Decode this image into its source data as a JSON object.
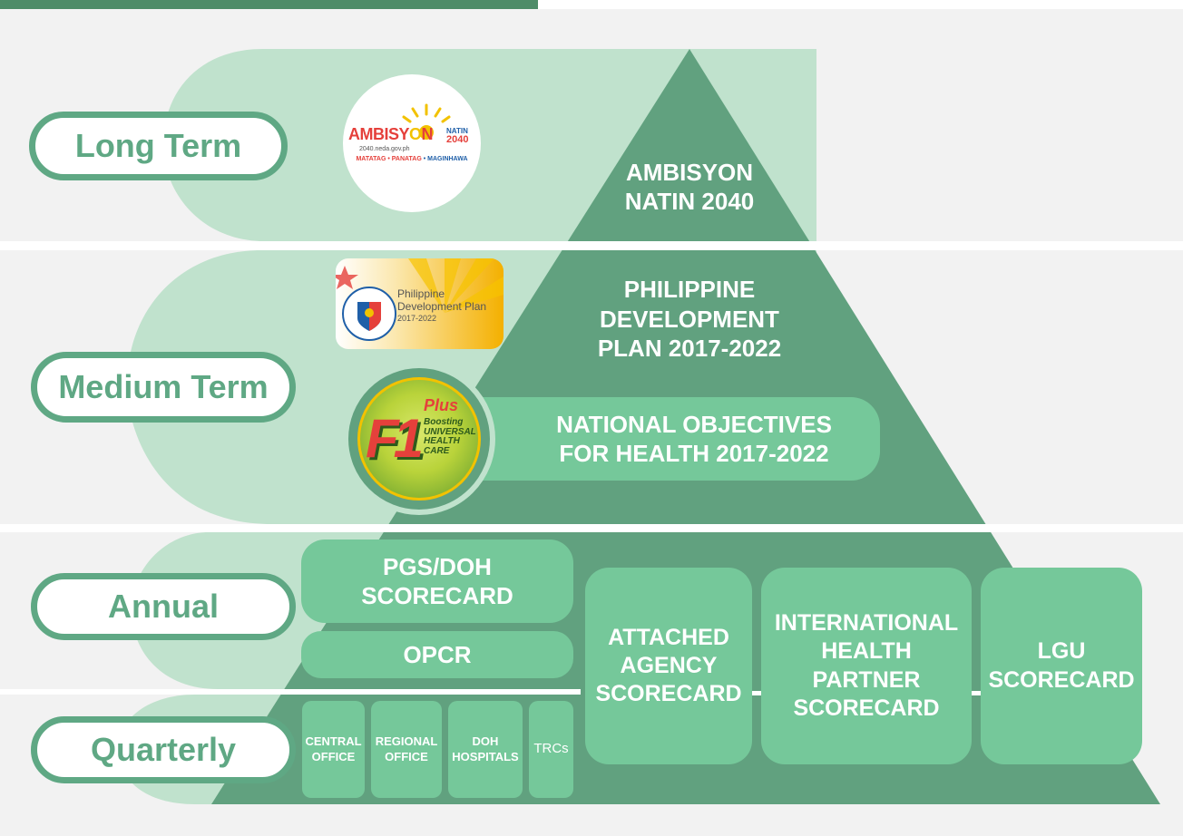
{
  "colors": {
    "pyramid": "#61a17f",
    "band": "#c0e2cd",
    "box": "#75c89a",
    "label_border": "#5fa884",
    "label_text": "#5fa884",
    "top_bar": "#4e8c68",
    "background": "#f2f2f2"
  },
  "tiers": {
    "long_term": "Long Term",
    "medium_term": "Medium Term",
    "annual": "Annual",
    "quarterly": "Quarterly"
  },
  "pyramid": {
    "ambisyon_line1": "AMBISYON",
    "ambisyon_line2": "NATIN 2040",
    "pdp_line1": "PHILIPPINE",
    "pdp_line2": "DEVELOPMENT",
    "pdp_line3": "PLAN 2017-2022",
    "noh_line1": "NATIONAL OBJECTIVES",
    "noh_line2": "FOR HEALTH 2017-2022"
  },
  "annual_boxes": {
    "pgs_line1": "PGS/DOH",
    "pgs_line2": "SCORECARD",
    "opcr": "OPCR"
  },
  "scorecards": {
    "attached_line1": "ATTACHED",
    "attached_line2": "AGENCY",
    "attached_line3": "SCORECARD",
    "ihp_line1": "INTERNATIONAL",
    "ihp_line2": "HEALTH",
    "ihp_line3": "PARTNER",
    "ihp_line4": "SCORECARD",
    "lgu_line1": "LGU",
    "lgu_line2": "SCORECARD"
  },
  "quarterly_boxes": {
    "central_line1": "CENTRAL",
    "central_line2": "OFFICE",
    "regional_line1": "REGIONAL",
    "regional_line2": "OFFICE",
    "hospitals_line1": "DOH",
    "hospitals_line2": "HOSPITALS",
    "trcs": "TRCs"
  },
  "logos": {
    "ambisyon": {
      "word_a": "AMBISY",
      "word_o": "O",
      "word_n": "N",
      "natin": "NATIN",
      "year": "2040",
      "url": "2040.neda.gov.ph",
      "tag1": "MATATAG",
      "tag2": "PANATAG",
      "tag3": "MAGINHAWA",
      "dot": "•"
    },
    "pdp": {
      "line1": "Philippine",
      "line2": "Development Plan",
      "line3": "2017-2022"
    },
    "f1": {
      "mark": "F1",
      "plus": "Plus",
      "line1": "Boosting",
      "line2": "UNIVERSAL",
      "line3": "HEALTH",
      "line4": "CARE"
    }
  }
}
